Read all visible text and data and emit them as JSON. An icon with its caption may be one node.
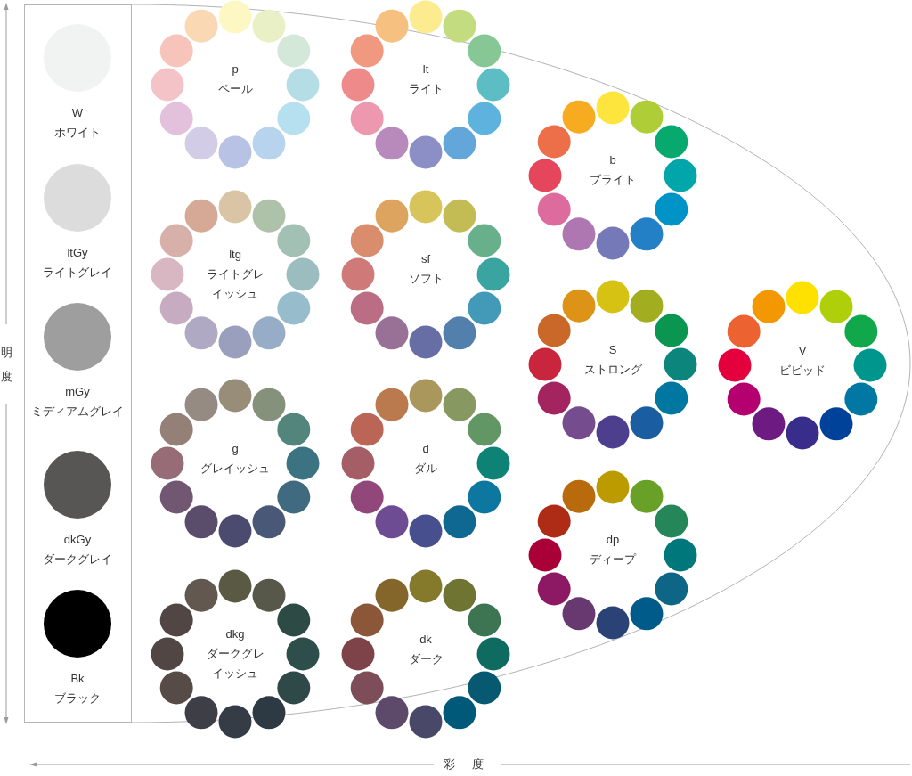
{
  "diagram": {
    "nodes": [
      {
        "text": [],
        "shape": "box"
      },
      {
        "text": [
          "W",
          "ホワイト"
        ],
        "in": 0
      },
      {
        "text": [
          "ltGy",
          "ライトグレイ"
        ],
        "in": 0
      },
      {
        "text": [
          "mGy",
          "ミディアムグレイ"
        ],
        "in": 0
      },
      {
        "text": [
          "dkGy",
          "ダークグレイ"
        ],
        "in": 0
      },
      {
        "text": [
          "Bk",
          "ブラック"
        ],
        "in": 0
      },
      {
        "text": [
          "p",
          "ペール"
        ]
      },
      {
        "text": [
          "lt",
          "ライト"
        ]
      },
      {
        "text": [
          "b",
          "ブライト"
        ]
      },
      {
        "text": [
          "ltg",
          "ライトグレイッシュ"
        ]
      },
      {
        "text": [
          "sf",
          "ソフト"
        ]
      },
      {
        "text": [
          "S",
          "ストロング"
        ]
      },
      {
        "text": [
          "V",
          "ビビッド"
        ]
      },
      {
        "text": [
          "g",
          "グレイッシュ"
        ]
      },
      {
        "text": [
          "d",
          "ダル"
        ]
      },
      {
        "text": [
          "dp",
          "ディープ"
        ]
      },
      {
        "text": [
          "dkg",
          "ダークグレイッシュ"
        ]
      },
      {
        "text": [
          "dk",
          "ダーク"
        ]
      }
    ],
    "labels": [
      "明度",
      "彩度"
    ]
  }
}
